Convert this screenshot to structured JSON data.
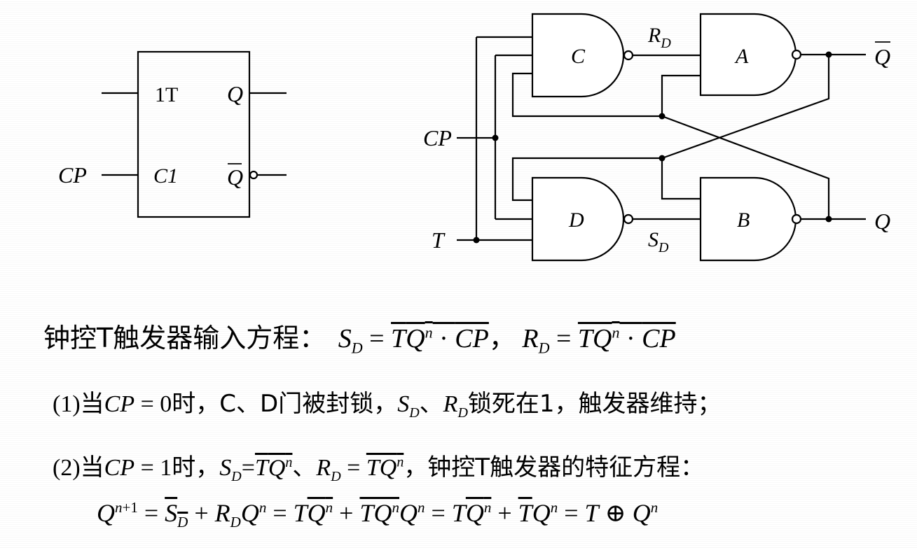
{
  "symbol": {
    "in1_label": "1T",
    "in2_label": "C1",
    "out1_label": "Q",
    "out2_label": "Q",
    "cp_label": "CP"
  },
  "circuit": {
    "gate_c": "C",
    "gate_a": "A",
    "gate_d": "D",
    "gate_b": "B",
    "cp": "CP",
    "t": "T",
    "rd": "R",
    "rd_sub": "D",
    "sd": "S",
    "sd_sub": "D",
    "qbar": "Q",
    "q": "Q"
  },
  "text": {
    "line1_cn": "钟控T触发器输入方程：",
    "line2_a": "(1)当",
    "line2_b": "时，C、D门被封锁，",
    "line2_c": "锁死在1，触发器维持；",
    "line3_a": "(2)当",
    "line3_b": "时，",
    "line3_c": "，钟控T触发器的特征方程："
  }
}
